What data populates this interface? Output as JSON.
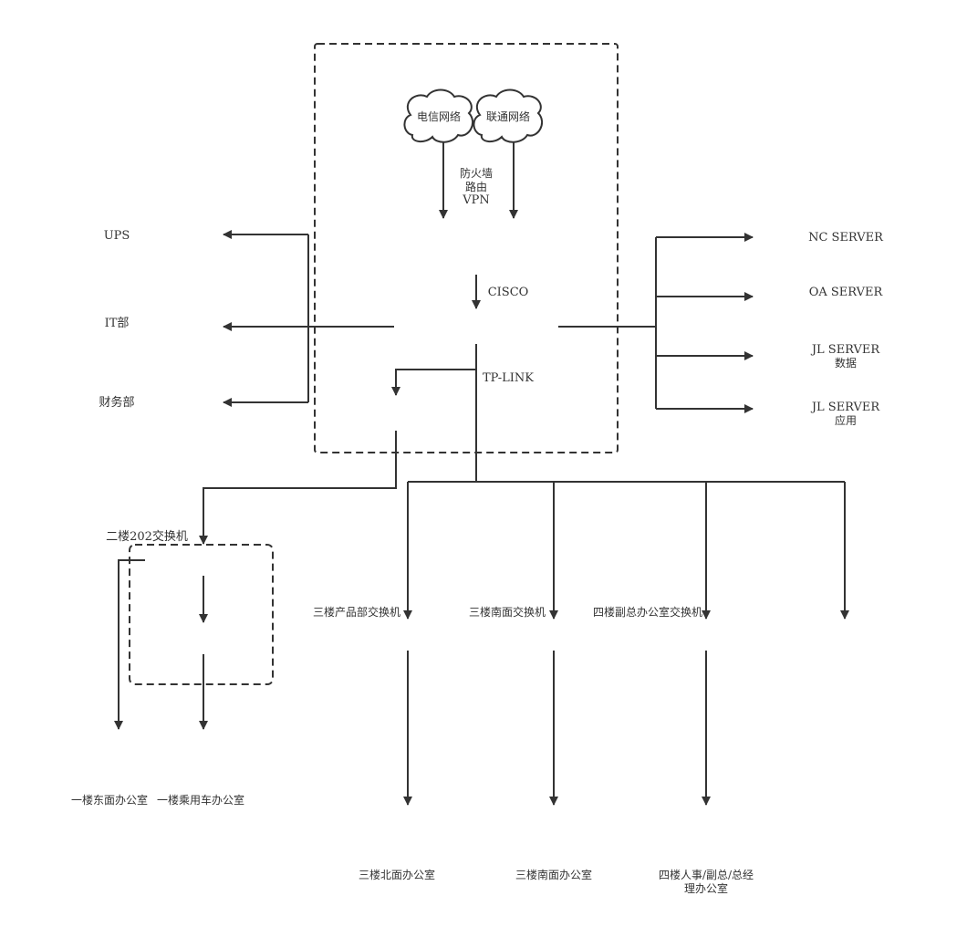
{
  "colors": {
    "line": "#333333",
    "background": "#ffffff"
  },
  "clouds": {
    "telecom": "电信网络",
    "unicom": "联通网络"
  },
  "firewall": {
    "line1": "防火墙",
    "line2": "路由",
    "line3": "VPN"
  },
  "core": {
    "cisco": "CISCO",
    "tplink": "TP-LINK"
  },
  "left_nodes": {
    "ups": "UPS",
    "it": "IT部",
    "finance": "财务部"
  },
  "servers": {
    "nc": "NC SERVER",
    "oa": "OA SERVER",
    "jl_data_line1": "JL SERVER",
    "jl_data_line2": "数据",
    "jl_app_line1": "JL SERVER",
    "jl_app_line2": "应用"
  },
  "second_floor": {
    "switch": "二楼202交换机",
    "east_office": "一楼东面办公室",
    "passenger_office": "一楼乘用车办公室"
  },
  "third_fourth_floor": {
    "product_switch": "三楼产品部交换机",
    "south_switch": "三楼南面交换机",
    "vp_switch": "四楼副总办公室交换机",
    "north_office": "三楼北面办公室",
    "south_office": "三楼南面办公室",
    "hr_office_line1": "四楼人事/副总/总经",
    "hr_office_line2": "理办公室"
  }
}
